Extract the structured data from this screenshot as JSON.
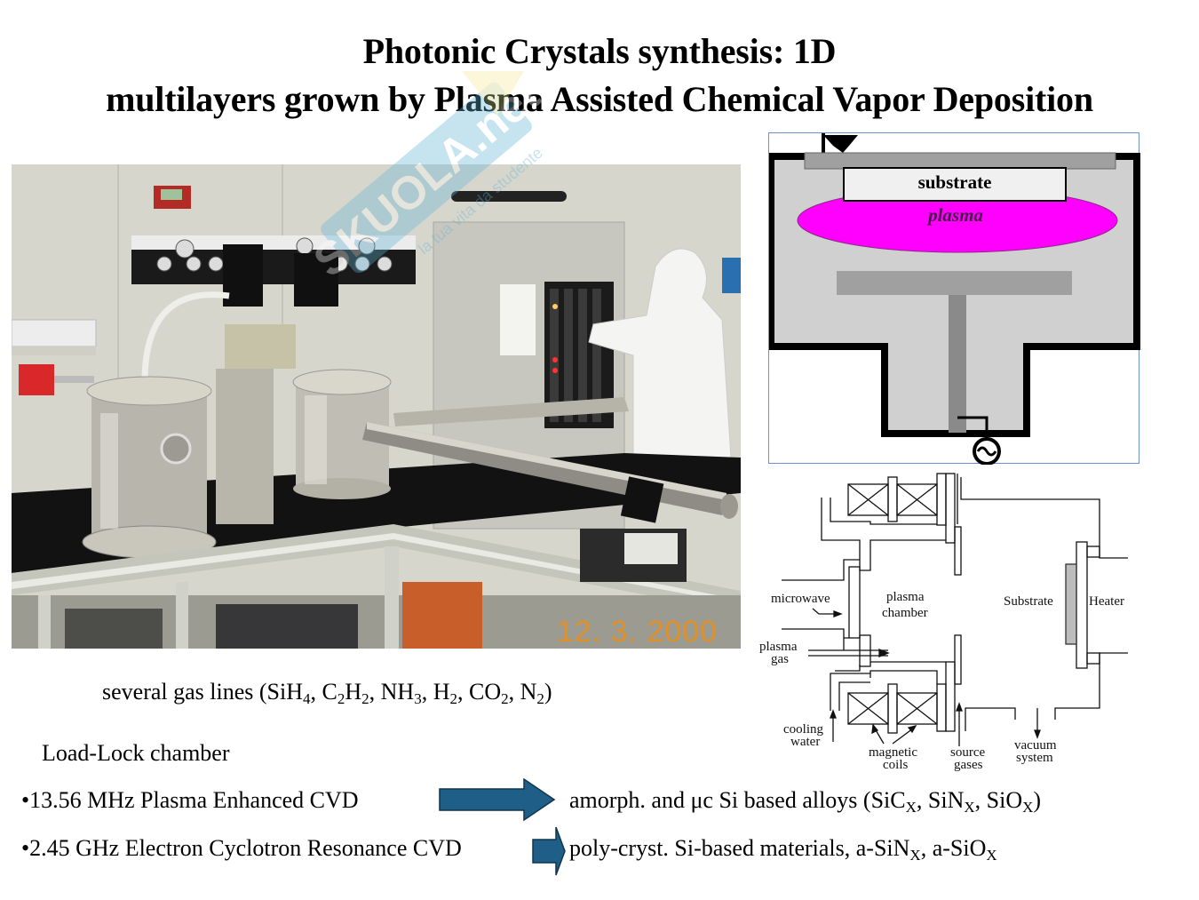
{
  "slide": {
    "title_line1": "Photonic Crystals synthesis: 1D",
    "title_line2": "multilayers grown by Plasma Assisted Chemical Vapor Deposition",
    "watermark": {
      "text": "SKUOLA.net",
      "subtext": "la tua vita da studente",
      "color": "#3aa0c8"
    }
  },
  "photo": {
    "description": "PECVD / ECR-CVD deposition system in cleanroom with operator at control rack",
    "date_stamp": "12. 3. 2000",
    "date_stamp_color": "#e88f1b"
  },
  "diagram_pecvd": {
    "substrate_label": "substrate",
    "plasma_label": "plasma",
    "plasma_color": "#ff00ff",
    "chamber_fill": "#d0d0d0",
    "electrode_fill": "#a0a0a0",
    "border_color": "#6f8fd0",
    "rf_source_icon": "ac-source-icon"
  },
  "diagram_ecr": {
    "labels": {
      "microwave": "microwave",
      "plasma_chamber_1": "plasma",
      "plasma_chamber_2": "chamber",
      "plasma_gas_1": "plasma",
      "plasma_gas_2": "gas",
      "substrate": "Substrate",
      "heater": "Heater",
      "cooling_water_1": "cooling",
      "cooling_water_2": "water",
      "magnetic_coils_1": "magnetic",
      "magnetic_coils_2": "coils",
      "source_gases_1": "source",
      "source_gases_2": "gases",
      "vacuum_system_1": "vacuum",
      "vacuum_system_2": "system"
    }
  },
  "text": {
    "gas_lines_prefix": "several gas lines (SiH",
    "gas_lines_parts": [
      {
        "t": "several gas lines (SiH",
        "s": "4"
      },
      {
        "t": ", C",
        "s": "2"
      },
      {
        "t": "H",
        "s": "2"
      },
      {
        "t": ", NH",
        "s": "3"
      },
      {
        "t": ", H",
        "s": "2"
      },
      {
        "t": ", CO",
        "s": "2"
      },
      {
        "t": ", N",
        "s": "2"
      },
      {
        "t": ")",
        "s": ""
      }
    ],
    "loadlock": "Load-Lock chamber",
    "bullet1": "•13.56 MHz Plasma Enhanced CVD",
    "bullet2": "•2.45 GHz Electron Cyclotron Resonance CVD",
    "result1_parts": [
      {
        "t": "amorph. and μc Si based alloys (SiC",
        "s": "X"
      },
      {
        "t": ", SiN",
        "s": "X"
      },
      {
        "t": ", SiO",
        "s": "X"
      },
      {
        "t": ")",
        "s": ""
      }
    ],
    "result2_parts": [
      {
        "t": "poly-cryst.  Si-based materials, a-SiN",
        "s": "X"
      },
      {
        "t": ", a-SiO",
        "s": "X"
      }
    ],
    "arrow_color": "#1f5f87"
  }
}
